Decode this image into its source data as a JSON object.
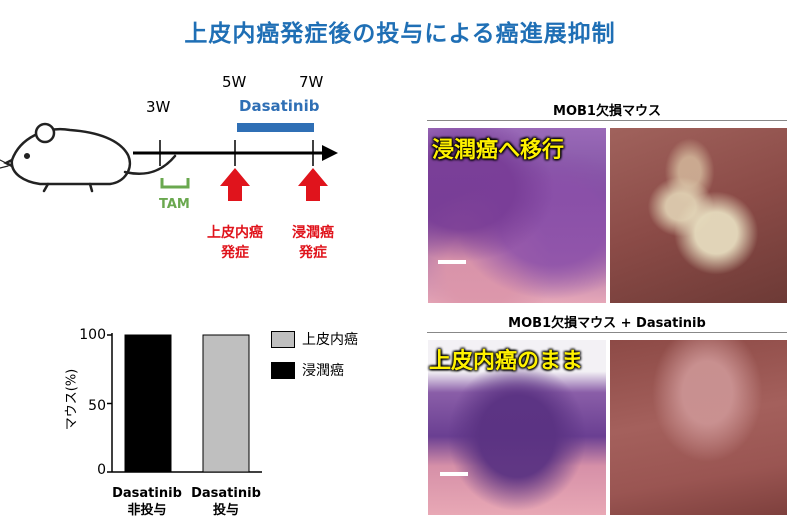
{
  "title": "上皮内癌発症後の投与による癌進展抑制",
  "timeline": {
    "markers": [
      "3W",
      "5W",
      "7W"
    ],
    "drug": "Dasatinib",
    "tam": "TAM",
    "events": [
      {
        "line1": "上皮内癌",
        "line2": "発症"
      },
      {
        "line1": "浸潤癌",
        "line2": "発症"
      }
    ],
    "colors": {
      "arrow": "#e0141c",
      "drug_bar": "#2f6fb5",
      "tam": "#6aa84f"
    }
  },
  "panels": [
    {
      "title": "MOB1欠損マウス",
      "overlay": "浸潤癌へ移行"
    },
    {
      "title": "MOB1欠損マウス + Dasatinib",
      "overlay": "上皮内癌のまま"
    }
  ],
  "chart_data": {
    "type": "bar",
    "stacked": true,
    "ylabel": "マウス(%)",
    "yticks": [
      0,
      50,
      100
    ],
    "ylim": [
      0,
      100
    ],
    "categories": [
      {
        "line1": "Dasatinib",
        "line2": "非投与"
      },
      {
        "line1": "Dasatinib",
        "line2": "投与"
      }
    ],
    "series": [
      {
        "name": "上皮内癌",
        "color": "#bfbfbf",
        "values": [
          0,
          100
        ]
      },
      {
        "name": "浸潤癌",
        "color": "#000000",
        "values": [
          100,
          0
        ]
      }
    ]
  }
}
